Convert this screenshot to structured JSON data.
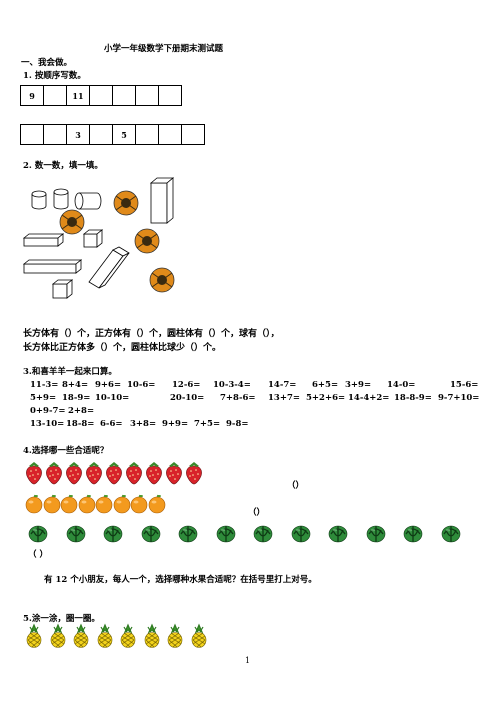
{
  "title": "小学一年级数学下册期末测试题",
  "section1": {
    "heading": "一、我会做。",
    "q1": "1.   按顺序写数。",
    "row1": [
      "9",
      "",
      "11",
      "",
      "",
      "",
      ""
    ],
    "row2": [
      "",
      "",
      "3",
      "",
      "5",
      "",
      "",
      ""
    ]
  },
  "q2": {
    "heading": "2.   数一数，填一填。",
    "fill1": "长方体有（）个，正方体有（）个，圆柱体有（）个，球有（），",
    "fill2": "长方体比正方体多（）个，圆柱体比球少（）个。"
  },
  "q3": {
    "heading": "3.和喜羊羊一起来口算。",
    "rows": [
      [
        "11-3=",
        "8+4=",
        "9+6=",
        "10-6=",
        "12-6=",
        "10-3-4=",
        "14-7=",
        "6+5=",
        "3+9=",
        "14-0=",
        "15-6="
      ],
      [
        "5+9=",
        "18-9=",
        "10-10=",
        "20-10=",
        "7+8-6=",
        "13+7=",
        "5+2+6=",
        "14-4+2=",
        "18-8-9=",
        "9-7+10="
      ],
      [
        "0+9-7=",
        "2+8="
      ],
      [
        "13-10=",
        "18-8=",
        "6-6=",
        "3+8=",
        "9+9=",
        "7+5=",
        "9-8="
      ]
    ]
  },
  "q4": {
    "heading": "4.选择哪一些合适呢？",
    "paren1": "（）",
    "paren2": "（）",
    "paren3": "（    ）",
    "instruction": "有 12 个小朋友，每人一个，选择哪种水果合适呢？在括号里打上对号。"
  },
  "q5": {
    "heading": "5.涂一涂，圈一圈。"
  },
  "page_number": "1",
  "colors": {
    "strawberry": "#d8232a",
    "orange": "#f39a1e",
    "watermelon": "#2e8b3a",
    "pineapple": "#f2d21b",
    "ball": "#e08a1a"
  },
  "counts": {
    "strawberries": 9,
    "oranges": 8,
    "watermelons": 12,
    "pineapples": 8
  }
}
